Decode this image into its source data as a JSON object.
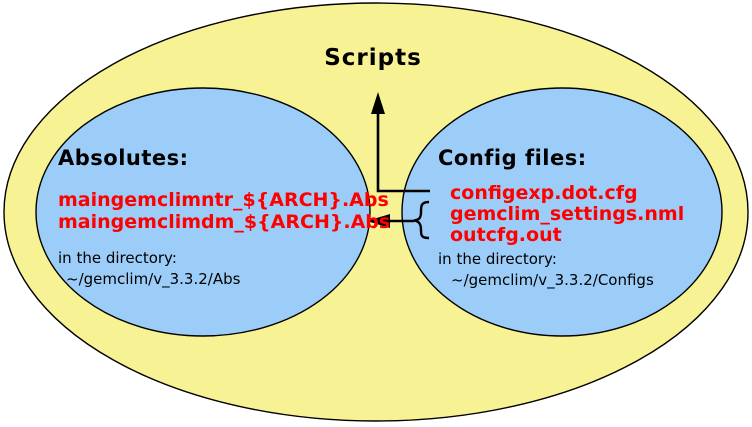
{
  "title": "Scripts",
  "colors": {
    "outer_fill": "#F7F394",
    "inner_fill": "#9CCDF8",
    "file_text": "#FF0000",
    "outline": "#000000"
  },
  "absolutes": {
    "heading": "Absolutes:",
    "files": [
      "maingemclimntr_${ARCH}.Abs",
      "maingemclimdm_${ARCH}.Abs"
    ],
    "directory_label": "in the directory:",
    "directory_path": "~/gemclim/v_3.3.2/Abs"
  },
  "configs": {
    "heading": "Config files:",
    "files": [
      "configexp.dot.cfg",
      "gemclim_settings.nml",
      "outcfg.out"
    ],
    "directory_label": "in the directory:",
    "directory_path": "~/gemclim/v_3.3.2/Configs"
  }
}
